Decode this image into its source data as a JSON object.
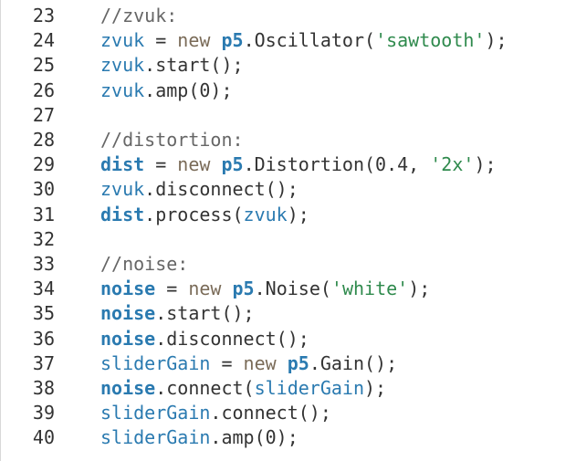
{
  "colors": {
    "comment": "#666666",
    "variable": "#2a7ab0",
    "keyword": "#7a6b58",
    "string": "#2f8a4d",
    "text": "#333333",
    "background": "#ffffff"
  },
  "lines": [
    {
      "n": "23",
      "tokens": [
        {
          "t": "//zvuk:",
          "c": "comment"
        }
      ]
    },
    {
      "n": "24",
      "tokens": [
        {
          "t": "zvuk",
          "c": "var"
        },
        {
          "t": " = ",
          "c": "plain"
        },
        {
          "t": "new",
          "c": "kw"
        },
        {
          "t": " ",
          "c": "plain"
        },
        {
          "t": "p5",
          "c": "bold"
        },
        {
          "t": ".Oscillator(",
          "c": "plain"
        },
        {
          "t": "'sawtooth'",
          "c": "str"
        },
        {
          "t": ");",
          "c": "plain"
        }
      ]
    },
    {
      "n": "25",
      "tokens": [
        {
          "t": "zvuk",
          "c": "var"
        },
        {
          "t": ".start();",
          "c": "plain"
        }
      ]
    },
    {
      "n": "26",
      "tokens": [
        {
          "t": "zvuk",
          "c": "var"
        },
        {
          "t": ".amp(0);",
          "c": "plain"
        }
      ]
    },
    {
      "n": "27",
      "tokens": []
    },
    {
      "n": "28",
      "tokens": [
        {
          "t": "//distortion:",
          "c": "comment"
        }
      ]
    },
    {
      "n": "29",
      "tokens": [
        {
          "t": "dist",
          "c": "bold"
        },
        {
          "t": " = ",
          "c": "plain"
        },
        {
          "t": "new",
          "c": "kw"
        },
        {
          "t": " ",
          "c": "plain"
        },
        {
          "t": "p5",
          "c": "bold"
        },
        {
          "t": ".Distortion(0.4, ",
          "c": "plain"
        },
        {
          "t": "'2x'",
          "c": "str"
        },
        {
          "t": ");",
          "c": "plain"
        }
      ]
    },
    {
      "n": "30",
      "tokens": [
        {
          "t": "zvuk",
          "c": "var"
        },
        {
          "t": ".disconnect();",
          "c": "plain"
        }
      ]
    },
    {
      "n": "31",
      "tokens": [
        {
          "t": "dist",
          "c": "bold"
        },
        {
          "t": ".process(",
          "c": "plain"
        },
        {
          "t": "zvuk",
          "c": "var"
        },
        {
          "t": ");",
          "c": "plain"
        }
      ]
    },
    {
      "n": "32",
      "tokens": []
    },
    {
      "n": "33",
      "tokens": [
        {
          "t": "//noise:",
          "c": "comment"
        }
      ]
    },
    {
      "n": "34",
      "tokens": [
        {
          "t": "noise",
          "c": "bold"
        },
        {
          "t": " = ",
          "c": "plain"
        },
        {
          "t": "new",
          "c": "kw"
        },
        {
          "t": " ",
          "c": "plain"
        },
        {
          "t": "p5",
          "c": "bold"
        },
        {
          "t": ".Noise(",
          "c": "plain"
        },
        {
          "t": "'white'",
          "c": "str"
        },
        {
          "t": ");",
          "c": "plain"
        }
      ]
    },
    {
      "n": "35",
      "tokens": [
        {
          "t": "noise",
          "c": "bold"
        },
        {
          "t": ".start();",
          "c": "plain"
        }
      ]
    },
    {
      "n": "36",
      "tokens": [
        {
          "t": "noise",
          "c": "bold"
        },
        {
          "t": ".disconnect();",
          "c": "plain"
        }
      ]
    },
    {
      "n": "37",
      "tokens": [
        {
          "t": "sliderGain",
          "c": "var"
        },
        {
          "t": " = ",
          "c": "plain"
        },
        {
          "t": "new",
          "c": "kw"
        },
        {
          "t": " ",
          "c": "plain"
        },
        {
          "t": "p5",
          "c": "bold"
        },
        {
          "t": ".Gain();",
          "c": "plain"
        }
      ]
    },
    {
      "n": "38",
      "tokens": [
        {
          "t": "noise",
          "c": "bold"
        },
        {
          "t": ".connect(",
          "c": "plain"
        },
        {
          "t": "sliderGain",
          "c": "var"
        },
        {
          "t": ");",
          "c": "plain"
        }
      ]
    },
    {
      "n": "39",
      "tokens": [
        {
          "t": "sliderGain",
          "c": "var"
        },
        {
          "t": ".connect();",
          "c": "plain"
        }
      ]
    },
    {
      "n": "40",
      "tokens": [
        {
          "t": "sliderGain",
          "c": "var"
        },
        {
          "t": ".amp(0);",
          "c": "plain"
        }
      ]
    }
  ]
}
